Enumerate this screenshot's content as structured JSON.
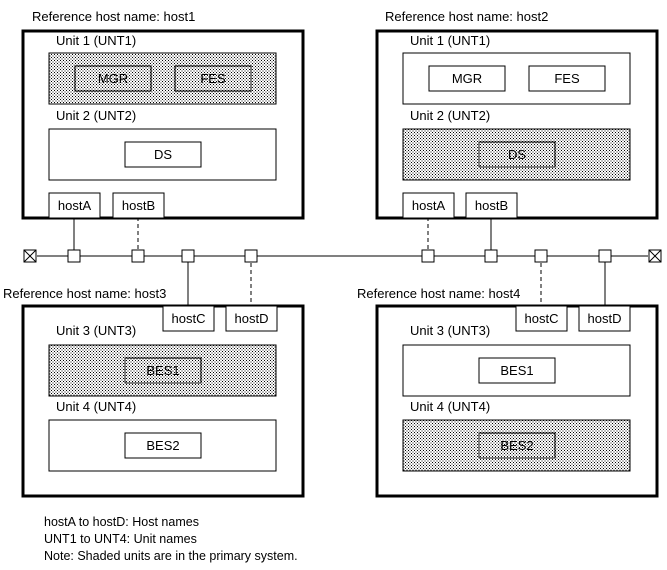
{
  "hosts": [
    {
      "title": "Reference host name: host1",
      "units": [
        {
          "label": "Unit 1 (UNT1)",
          "shaded": true,
          "components": [
            "MGR",
            "FES"
          ]
        },
        {
          "label": "Unit 2 (UNT2)",
          "shaded": false,
          "components": [
            "DS"
          ]
        }
      ],
      "nics": [
        "hostA",
        "hostB"
      ]
    },
    {
      "title": "Reference host name: host2",
      "units": [
        {
          "label": "Unit 1 (UNT1)",
          "shaded": false,
          "components": [
            "MGR",
            "FES"
          ]
        },
        {
          "label": "Unit 2 (UNT2)",
          "shaded": true,
          "components": [
            "DS"
          ]
        }
      ],
      "nics": [
        "hostA",
        "hostB"
      ]
    },
    {
      "title": "Reference host name: host3",
      "units": [
        {
          "label": "Unit 3 (UNT3)",
          "shaded": true,
          "components": [
            "BES1"
          ]
        },
        {
          "label": "Unit 4 (UNT4)",
          "shaded": false,
          "components": [
            "BES2"
          ]
        }
      ],
      "nics": [
        "hostC",
        "hostD"
      ]
    },
    {
      "title": "Reference host name: host4",
      "units": [
        {
          "label": "Unit 3 (UNT3)",
          "shaded": false,
          "components": [
            "BES1"
          ]
        },
        {
          "label": "Unit 4 (UNT4)",
          "shaded": true,
          "components": [
            "BES2"
          ]
        }
      ],
      "nics": [
        "hostC",
        "hostD"
      ]
    }
  ],
  "notes": [
    "hostA to hostD: Host names",
    "UNT1 to UNT4: Unit names",
    "Note: Shaded units are in the primary system."
  ],
  "colors": {
    "line": "#000000",
    "shade_dot": "#000000",
    "background": "#ffffff"
  }
}
